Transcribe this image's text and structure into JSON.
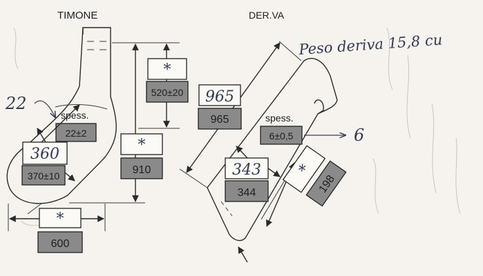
{
  "titles": {
    "left": "TIMONE",
    "right": "DER.VA"
  },
  "handwritten_note": "Peso deriva 15,8 cu",
  "timone": {
    "top_height": {
      "written": "*",
      "printed": "520±20"
    },
    "total_height": {
      "written": "*",
      "printed": "910"
    },
    "thickness": {
      "label": "spess.",
      "written": "22",
      "printed": "22±2"
    },
    "diagonal": {
      "written": "360",
      "printed": "370±10"
    },
    "width": {
      "written": "*",
      "printed": "600"
    }
  },
  "deriva": {
    "length": {
      "written": "965",
      "printed": "965"
    },
    "thickness": {
      "label": "spess.",
      "written": "6",
      "printed": "6±0,5"
    },
    "width": {
      "written": "343",
      "printed": "344"
    },
    "side": {
      "written": "*",
      "printed": "198"
    }
  }
}
